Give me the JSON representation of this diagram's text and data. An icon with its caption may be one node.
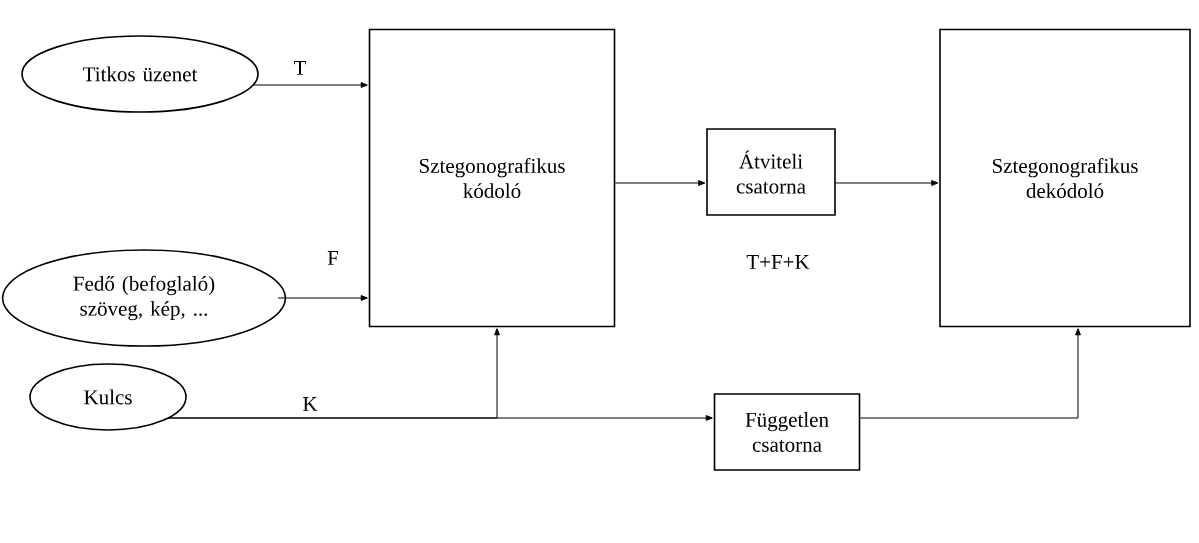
{
  "diagram": {
    "nodes": [
      {
        "text": [
          "Titkos üzenet"
        ]
      },
      {
        "text": [
          "Fedő (befoglaló) szöveg, kép, ..."
        ]
      },
      {
        "text": [
          "Kulcs"
        ]
      },
      {
        "text": [
          "Sztegonografikus kódoló"
        ]
      },
      {
        "text": [
          "Átviteli csatorna"
        ]
      },
      {
        "text": [
          "Sztegonografikus dekódoló"
        ]
      },
      {
        "text": [
          "Független csatorna"
        ]
      }
    ],
    "edges": [
      {
        "from": 0,
        "to": 3,
        "arrow": "to",
        "label": "T"
      },
      {
        "from": 1,
        "to": 3,
        "arrow": "to",
        "label": "F"
      },
      {
        "from": 2,
        "to": 3,
        "arrow": "to",
        "label": "K"
      },
      {
        "from": 2,
        "to": 6,
        "arrow": "to"
      },
      {
        "from": 3,
        "to": 4,
        "arrow": "to"
      },
      {
        "from": 4,
        "to": 5,
        "arrow": "to"
      },
      {
        "from": 6,
        "to": 5,
        "arrow": "to"
      }
    ],
    "labels": [
      "T+F+K"
    ]
  }
}
